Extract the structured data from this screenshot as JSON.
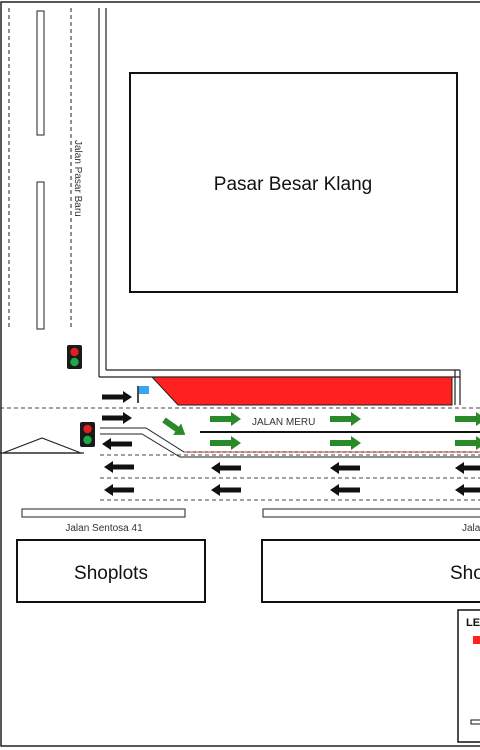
{
  "labels": {
    "market": "Pasar Besar Klang",
    "road_vertical": "Jalan Pasar Baru",
    "road_meru": "JALAN MERU",
    "road_sentosa": "Jalan Sentosa 41",
    "road_sentosa_cut": "Jala",
    "shoplots_left": "Shoplots",
    "shoplots_right_cut": "Sho",
    "legend_cut": "LE"
  },
  "colors": {
    "stroke": "#222222",
    "red_zone": "#ff2020",
    "green_arrow": "#2a8a2a",
    "black_arrow": "#111111",
    "flag": "#36a8ee",
    "light_red": "#e02020",
    "light_green": "#1aa84a"
  },
  "icons": [
    "traffic-light-icon",
    "flag-icon",
    "arrow-icon"
  ]
}
